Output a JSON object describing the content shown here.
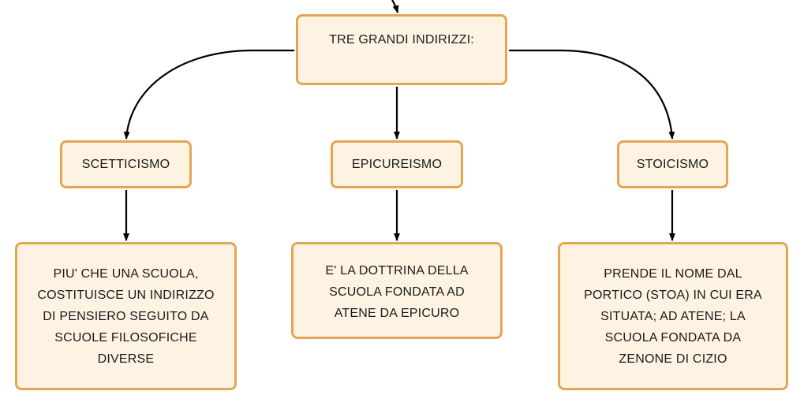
{
  "diagram": {
    "root": {
      "label": "TRE GRANDI INDIRIZZI:"
    },
    "branches": [
      {
        "label": "SCETTICISMO",
        "description": "PIU' CHE UNA SCUOLA,\nCOSTITUISCE UN INDIRIZZO\nDI PENSIERO SEGUITO DA\nSCUOLE FILOSOFICHE\nDIVERSE"
      },
      {
        "label": "EPICUREISMO",
        "description": "E' LA DOTTRINA DELLA\nSCUOLA FONDATA AD\nATENE DA EPICURO"
      },
      {
        "label": "STOICISMO",
        "description": "PRENDE IL NOME DAL\nPORTICO (STOA) IN CUI ERA\nSITUATA; AD ATENE; LA\nSCUOLA  FONDATA DA\nZENONE DI CIZIO"
      }
    ],
    "colors": {
      "node_fill": "#fef3e2",
      "node_border": "#e5a653",
      "arrow": "#000000"
    }
  }
}
